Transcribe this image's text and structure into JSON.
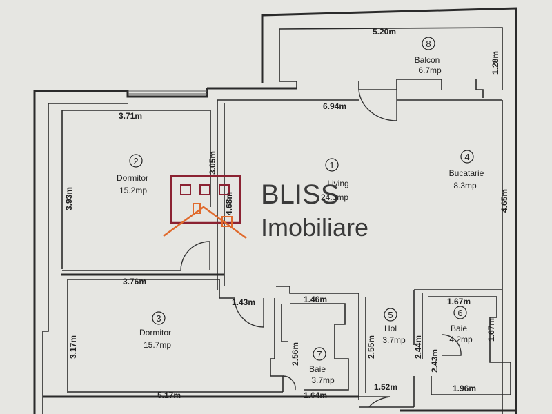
{
  "rooms": [
    {
      "id": "1",
      "name": "Living",
      "area": "24.3mp"
    },
    {
      "id": "2",
      "name": "Dormitor",
      "area": "15.2mp"
    },
    {
      "id": "3",
      "name": "Dormitor",
      "area": "15.7mp"
    },
    {
      "id": "4",
      "name": "Bucatarie",
      "area": "8.3mp"
    },
    {
      "id": "5",
      "name": "Hol",
      "area": "3.7mp"
    },
    {
      "id": "6",
      "name": "Baie",
      "area": "4.2mp"
    },
    {
      "id": "7",
      "name": "Baie",
      "area": "3.7mp"
    },
    {
      "id": "8",
      "name": "Balcon",
      "area": "6.7mp"
    }
  ],
  "dimensions": {
    "balcon_width": "5.20m",
    "balcon_depth": "1.28m",
    "living_width": "6.94m",
    "dorm2_width": "3.71m",
    "dorm2_height": "3.93m",
    "dorm2_wall": "3.05m",
    "living_height": "4.68m",
    "kitchen_height": "4.65m",
    "dorm3_width": "3.76m",
    "dorm3_height": "3.17m",
    "dorm3_bottom": "5.17m",
    "door_143": "1.43m",
    "bath7_top": "1.46m",
    "bath7_height": "2.56m",
    "bath7_bottom": "1.64m",
    "hol_height_left": "2.55m",
    "hol_height_right": "2.44m",
    "hol_bottom": "1.52m",
    "bath6_top": "1.67m",
    "bath6_height_left": "2.43m",
    "bath6_height_right": "1.67m",
    "bath6_bottom": "1.96m"
  },
  "brand": {
    "name_line1": "BLISS",
    "name_line2": "Imobiliare",
    "logo_color": "#8b2232",
    "accent_color": "#e06a2c"
  }
}
